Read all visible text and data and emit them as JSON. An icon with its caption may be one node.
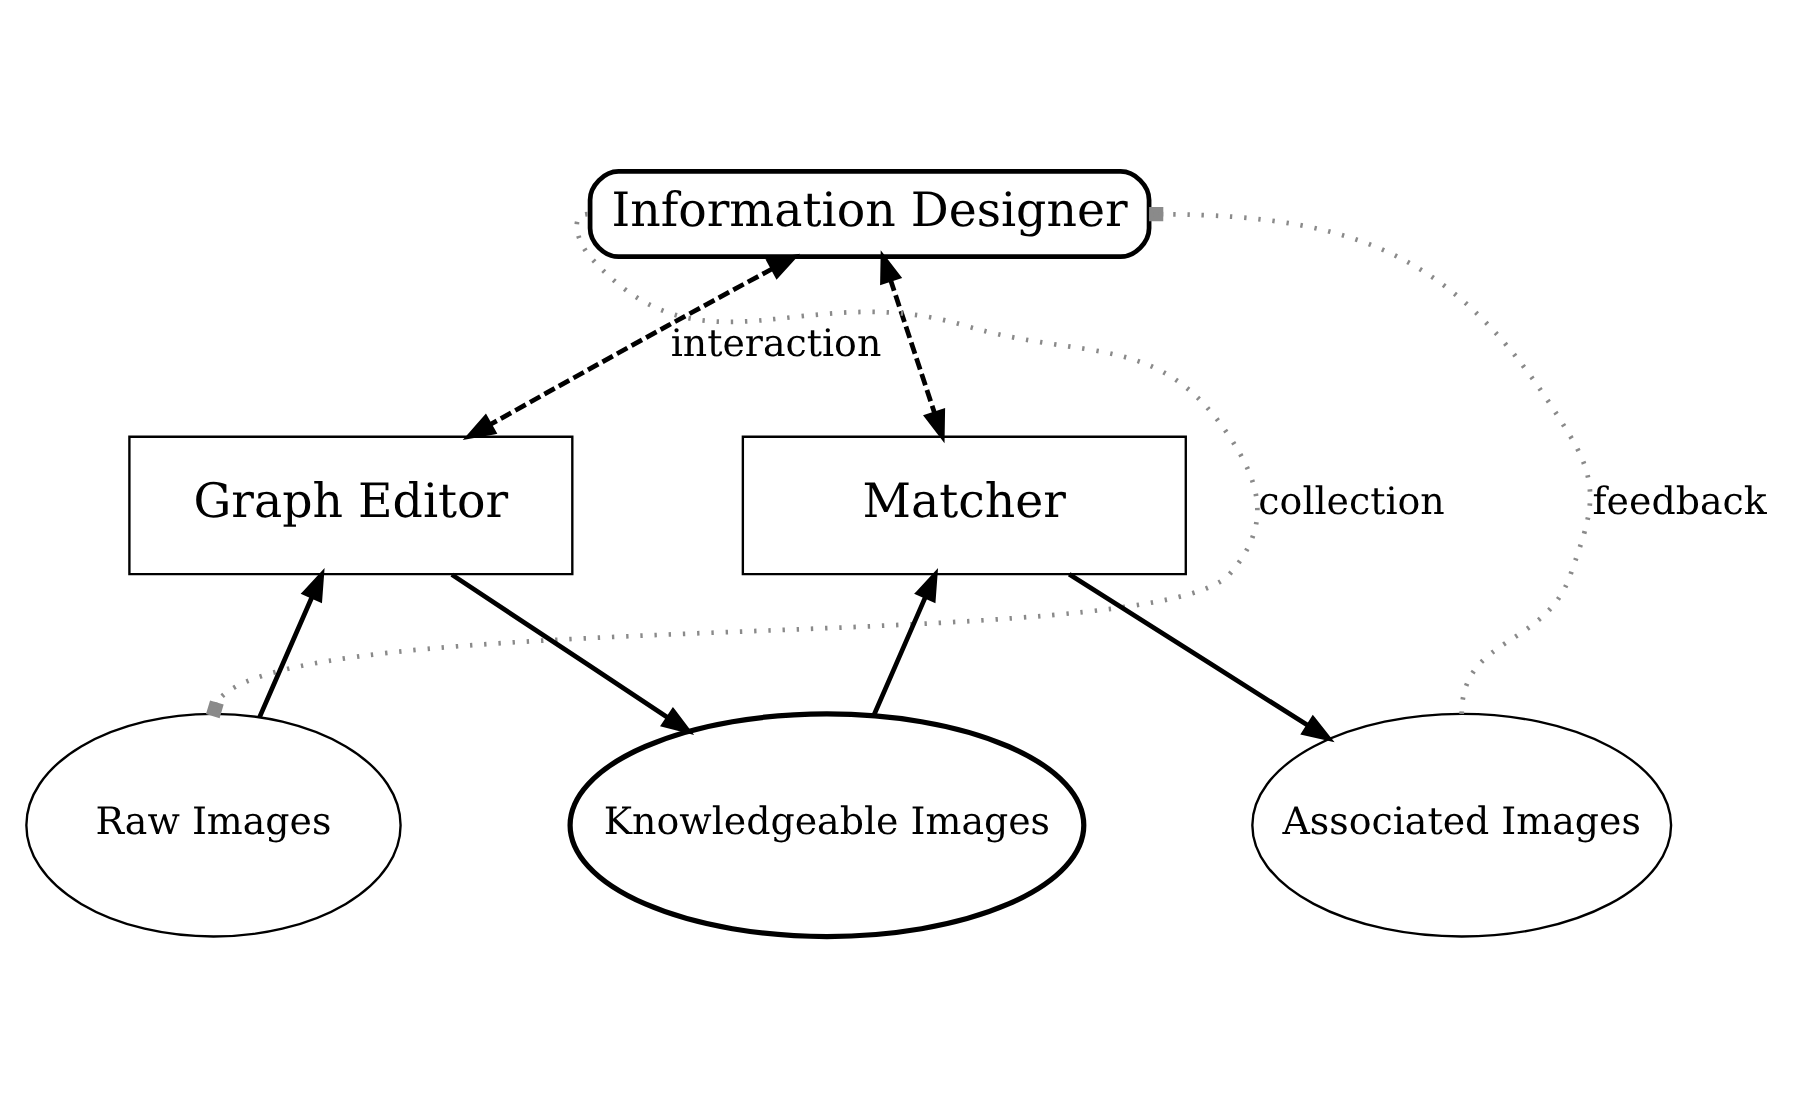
{
  "diagram": {
    "nodes": [
      {
        "text": [
          "Information Designer"
        ]
      },
      {
        "text": [
          "Graph Editor"
        ]
      },
      {
        "text": [
          "Matcher"
        ]
      },
      {
        "text": [
          "Raw Images"
        ]
      },
      {
        "text": [
          "Knowledgeable Images"
        ]
      },
      {
        "text": [
          "Associated Images"
        ]
      }
    ],
    "edges": [
      {
        "from": 0,
        "to": 1,
        "arrow": "both",
        "style": "dashed",
        "label": "interaction"
      },
      {
        "from": 0,
        "to": 2,
        "arrow": "both",
        "style": "dashed"
      },
      {
        "from": 3,
        "to": 1,
        "arrow": "to"
      },
      {
        "from": 1,
        "to": 4,
        "arrow": "to"
      },
      {
        "from": 4,
        "to": 2,
        "arrow": "to"
      },
      {
        "from": 2,
        "to": 5,
        "arrow": "to"
      },
      {
        "from": 0,
        "to": 3,
        "arrow": "other",
        "style": "dashed",
        "color": "#8a8a8a",
        "label": "collection"
      },
      {
        "from": 5,
        "to": 0,
        "arrow": "other",
        "style": "dashed",
        "color": "#8a8a8a",
        "label": "feedback"
      }
    ]
  }
}
